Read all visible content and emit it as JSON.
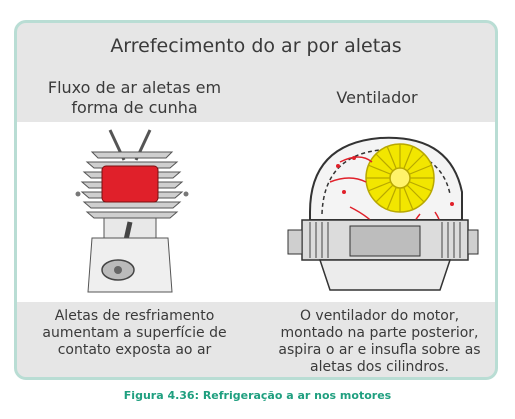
{
  "figure": {
    "title": "Arrefecimento do ar por aletas",
    "left": {
      "heading": "Fluxo de ar aletas em forma de cunha",
      "description": "Aletas de resfriamento aumentam a superfície de contato exposta ao ar"
    },
    "right": {
      "heading": "Ventilador",
      "description": "O ventilador do motor, montado na parte posterior, aspira o ar e insufla sobre as aletas dos cilindros."
    },
    "caption": "Figura 4.36: Refrigeração a ar nos motores"
  },
  "colors": {
    "frame_border": "#b9ddd4",
    "panel_bg": "#e6e6e6",
    "caption": "#1f9f7f",
    "hot_red": "#e0202a",
    "fan_yellow": "#f2e600"
  }
}
